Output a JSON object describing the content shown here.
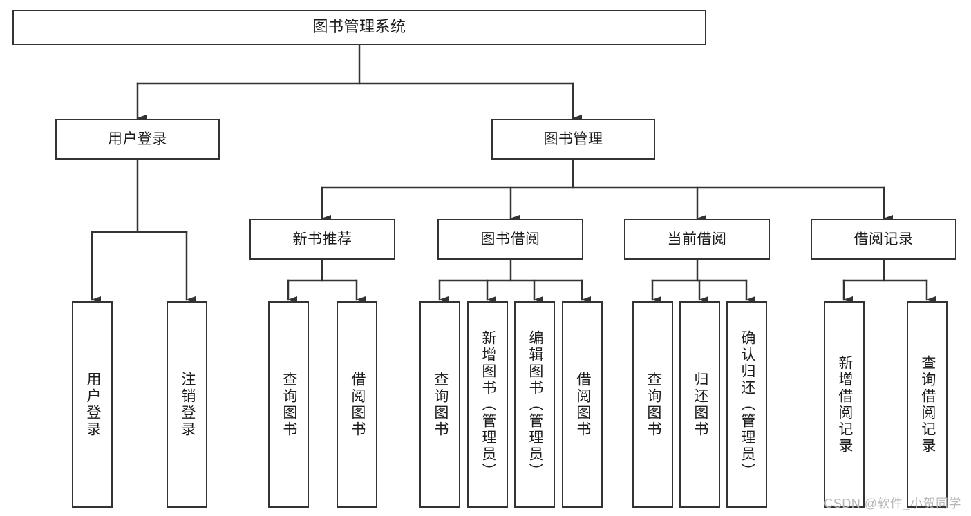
{
  "diagram": {
    "title": "图书管理系统",
    "type": "tree-hierarchy-diagram",
    "colors": {
      "box_border": "#333333",
      "box_fill": "#ffffff",
      "connector": "#333333",
      "text": "#1c1c1c",
      "watermark": "#b9b9b9"
    },
    "root": {
      "label": "图书管理系统"
    },
    "level2": [
      {
        "label": "用户登录"
      },
      {
        "label": "图书管理"
      }
    ],
    "level3": [
      {
        "label": "新书推荐"
      },
      {
        "label": "图书借阅"
      },
      {
        "label": "当前借阅"
      },
      {
        "label": "借阅记录"
      }
    ],
    "leaves": {
      "user_login": [
        {
          "label": "用户登录"
        },
        {
          "label": "注销登录"
        }
      ],
      "new_book_recommend": [
        {
          "label": "查询图书"
        },
        {
          "label": "借阅图书"
        }
      ],
      "book_borrow": [
        {
          "label": "查询图书"
        },
        {
          "label": "新增图书（管理员）"
        },
        {
          "label": "编辑图书（管理员）"
        },
        {
          "label": "借阅图书"
        }
      ],
      "current_borrow": [
        {
          "label": "查询图书"
        },
        {
          "label": "归还图书"
        },
        {
          "label": "确认归还（管理员）"
        }
      ],
      "borrow_records": [
        {
          "label": "新增借阅记录"
        },
        {
          "label": "查询借阅记录"
        }
      ]
    }
  },
  "watermark": {
    "text": "CSDN @软件_小贺同学"
  }
}
